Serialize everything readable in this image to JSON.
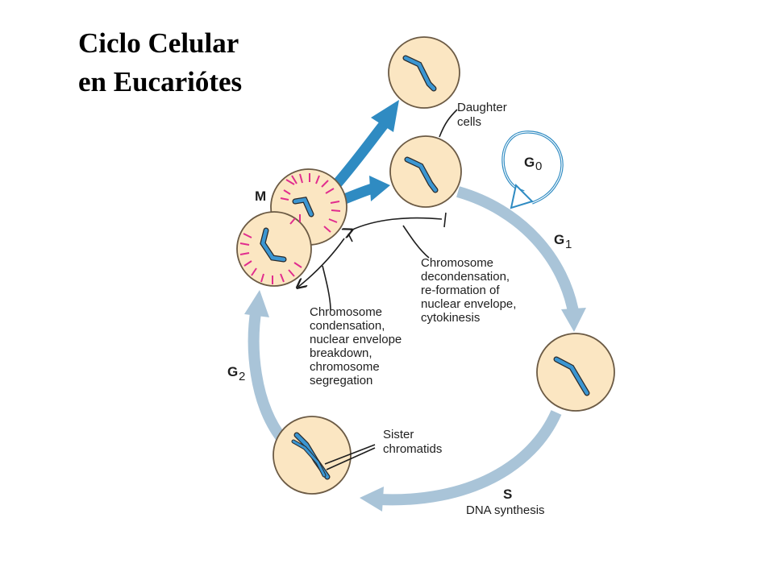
{
  "title": {
    "line1": "Ciclo Celular",
    "line2": "en Eucariótes"
  },
  "phases": {
    "m": "M",
    "g0": "G",
    "g0_sub": "0",
    "g1": "G",
    "g1_sub": "1",
    "s": "S",
    "g2": "G",
    "g2_sub": "2"
  },
  "labels": {
    "daughter_line1": "Daughter",
    "daughter_line2": "cells",
    "dna_synthesis": "DNA synthesis",
    "sister_line1": "Sister",
    "sister_line2": "chromatids",
    "decondensation": [
      "Chromosome",
      "decondensation,",
      "re-formation of",
      "nuclear envelope,",
      "cytokinesis"
    ],
    "condensation": [
      "Chromosome",
      "condensation,",
      "nuclear envelope",
      "breakdown,",
      "chromosome",
      "segregation"
    ]
  },
  "colors": {
    "cycle_arrow": "#a9c4d8",
    "division_arrow": "#2f8bc2",
    "cell_fill": "#fbe6c2",
    "cell_stroke": "#6b5a44",
    "chromosome": "#3b96d2",
    "mitotic_spindle": "#e0248c",
    "g0_arrow": "#2f8bc2"
  },
  "icons": {
    "cell": "cell-circle",
    "chromosome": "chromosome-icon"
  }
}
